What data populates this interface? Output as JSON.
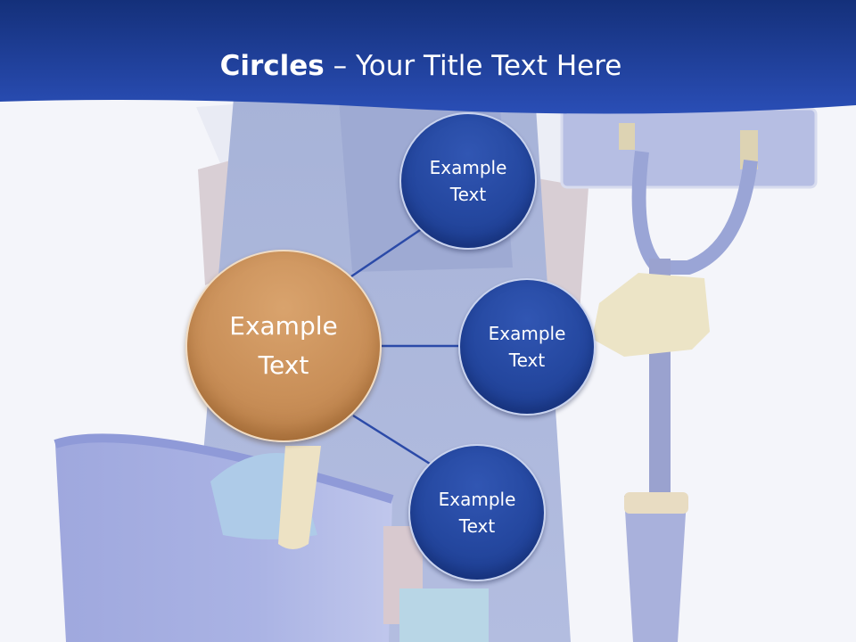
{
  "slide": {
    "title_bold": "Circles",
    "title_rest": " – Your Title Text Here",
    "header_color": "#1f3f9e",
    "background_color": "#f4f5fa"
  },
  "center": {
    "label": "Example Text",
    "color": "#c98f58"
  },
  "satellites": [
    {
      "label": "Example Text",
      "color": "#24479f"
    },
    {
      "label": "Example Text",
      "color": "#24479f"
    },
    {
      "label": "Example Text",
      "color": "#24479f"
    }
  ],
  "connector_color": "#2b4aa8",
  "background_image": {
    "subject": "cleaner-holding-mop-and-bucket"
  }
}
